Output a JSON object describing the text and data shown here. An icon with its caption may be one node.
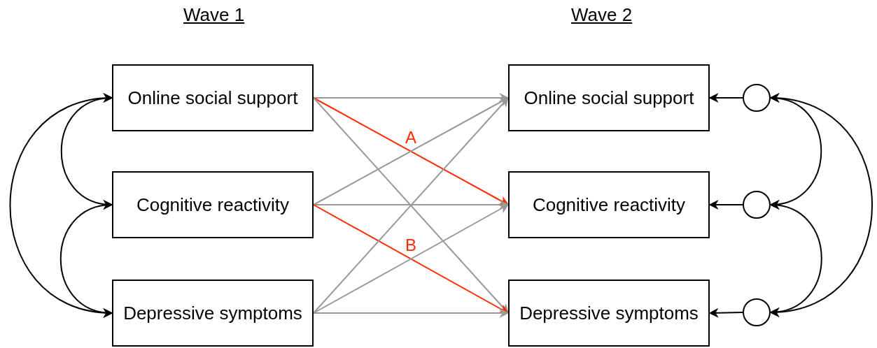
{
  "diagram": {
    "nodes": [
      {
        "text": [
          "Online social support"
        ]
      },
      {
        "text": [
          "Cognitive reactivity"
        ]
      },
      {
        "text": [
          "Depressive symptoms"
        ]
      },
      {
        "text": [
          "Online social support"
        ]
      },
      {
        "text": [
          "Cognitive reactivity"
        ]
      },
      {
        "text": [
          "Depressive symptoms"
        ]
      },
      {
        "text": [],
        "shape": "circle"
      },
      {
        "text": [],
        "shape": "circle"
      },
      {
        "text": [],
        "shape": "circle"
      }
    ],
    "edges": [
      {
        "from": 0,
        "to": 3,
        "arrow": "to",
        "color": "#999999"
      },
      {
        "from": 0,
        "to": 4,
        "arrow": "to",
        "label": "A",
        "color": "#ff2a00"
      },
      {
        "from": 0,
        "to": 5,
        "arrow": "to",
        "color": "#999999"
      },
      {
        "from": 1,
        "to": 3,
        "arrow": "to",
        "color": "#999999"
      },
      {
        "from": 1,
        "to": 4,
        "arrow": "to",
        "color": "#999999"
      },
      {
        "from": 1,
        "to": 5,
        "arrow": "to",
        "label": "B",
        "color": "#ff2a00"
      },
      {
        "from": 2,
        "to": 3,
        "arrow": "to",
        "color": "#999999"
      },
      {
        "from": 2,
        "to": 4,
        "arrow": "to",
        "color": "#999999"
      },
      {
        "from": 2,
        "to": 5,
        "arrow": "to",
        "color": "#999999"
      },
      {
        "from": 0,
        "to": 1,
        "arrow": "both"
      },
      {
        "from": 1,
        "to": 2,
        "arrow": "both"
      },
      {
        "from": 0,
        "to": 2,
        "arrow": "both"
      },
      {
        "from": 6,
        "to": 3,
        "arrow": "to"
      },
      {
        "from": 7,
        "to": 4,
        "arrow": "to"
      },
      {
        "from": 8,
        "to": 5,
        "arrow": "to"
      },
      {
        "from": 6,
        "to": 7,
        "arrow": "both"
      },
      {
        "from": 7,
        "to": 8,
        "arrow": "both"
      },
      {
        "from": 6,
        "to": 8,
        "arrow": "both"
      }
    ],
    "labels": [
      "Wave 1",
      "Wave 2"
    ]
  }
}
